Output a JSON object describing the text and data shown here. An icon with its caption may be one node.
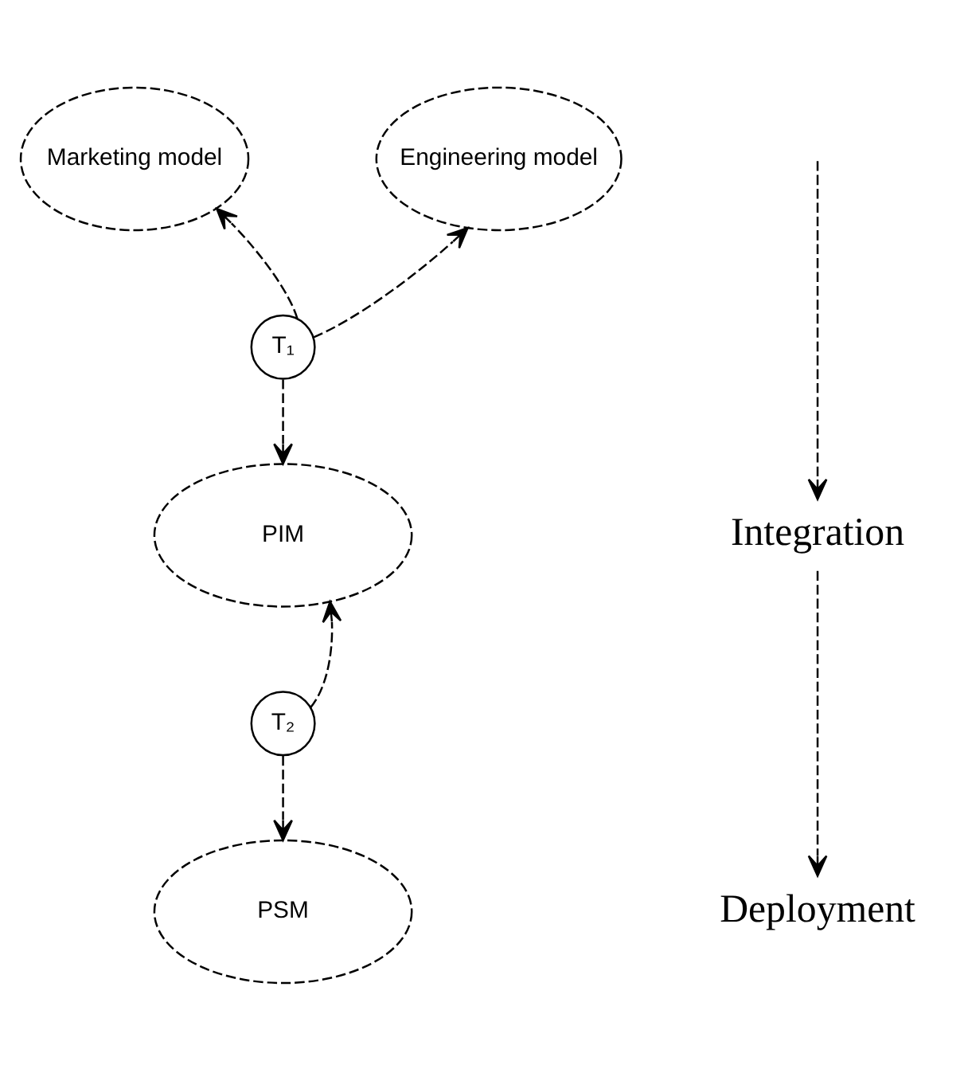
{
  "diagram": {
    "nodes": [
      {
        "text": [
          "Marketing model"
        ]
      },
      {
        "text": [
          "Engineering model"
        ]
      },
      {
        "text": [
          "T₁"
        ]
      },
      {
        "text": [
          "PIM"
        ]
      },
      {
        "text": [
          "T₂"
        ]
      },
      {
        "text": [
          "PSM"
        ]
      },
      {
        "text": [
          "Integration"
        ]
      },
      {
        "text": [
          "Deployment"
        ]
      }
    ],
    "edges": [
      {
        "from": 2,
        "to": 0,
        "arrow": "to",
        "style": "dashed"
      },
      {
        "from": 2,
        "to": 1,
        "arrow": "to",
        "style": "dashed"
      },
      {
        "from": 2,
        "to": 3,
        "arrow": "to",
        "style": "dashed"
      },
      {
        "from": 4,
        "to": 3,
        "arrow": "to",
        "style": "dashed"
      },
      {
        "from": 4,
        "to": 5,
        "arrow": "to",
        "style": "dashed"
      },
      {
        "from": null,
        "to": 6,
        "arrow": "to",
        "style": "dashed"
      },
      {
        "from": 6,
        "to": 7,
        "arrow": "to",
        "style": "dashed"
      }
    ]
  }
}
